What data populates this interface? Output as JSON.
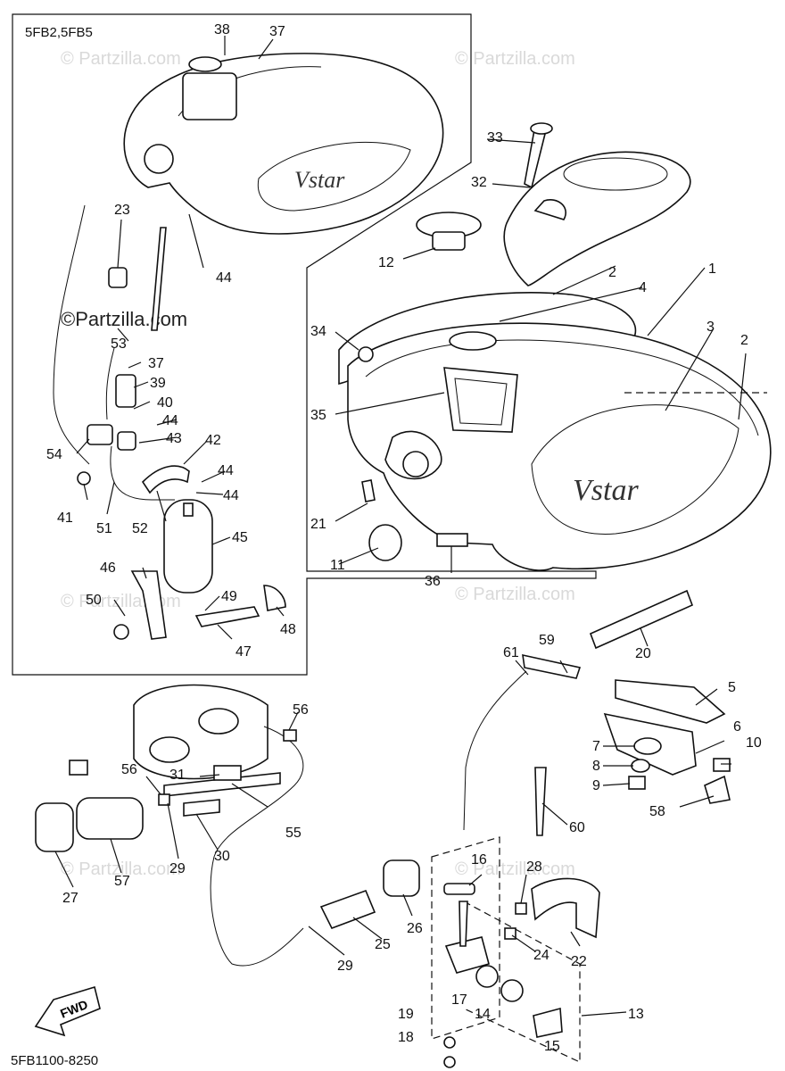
{
  "inset_label": "5FB2,5FB5",
  "diagram_code": "5FB1100-8250",
  "fwd_label": "FWD",
  "watermark": "© Partzilla.com",
  "watermark_main": "©Partzilla.com",
  "callouts": {
    "c1": "1",
    "c2a": "2",
    "c2b": "2",
    "c3": "3",
    "c4": "4",
    "c5": "5",
    "c6": "6",
    "c7": "7",
    "c8": "8",
    "c9": "9",
    "c10": "10",
    "c11": "11",
    "c12": "12",
    "c13": "13",
    "c14": "14",
    "c15": "15",
    "c16": "16",
    "c17": "17",
    "c18": "18",
    "c19": "19",
    "c20": "20",
    "c21": "21",
    "c22": "22",
    "c23": "23",
    "c24": "24",
    "c25": "25",
    "c26": "26",
    "c27": "27",
    "c28": "28",
    "c29a": "29",
    "c29b": "29",
    "c30": "30",
    "c31": "31",
    "c32": "32",
    "c33": "33",
    "c34": "34",
    "c35": "35",
    "c36": "36",
    "c37a": "37",
    "c37b": "37",
    "c38": "38",
    "c39": "39",
    "c40": "40",
    "c41": "41",
    "c42": "42",
    "c43": "43",
    "c44a": "44",
    "c44b": "44",
    "c44c": "44",
    "c44d": "44",
    "c45": "45",
    "c46": "46",
    "c47": "47",
    "c48": "48",
    "c49": "49",
    "c50": "50",
    "c51": "51",
    "c52": "52",
    "c53": "53",
    "c54": "54",
    "c55": "55",
    "c56a": "56",
    "c56b": "56",
    "c57": "57",
    "c58": "58",
    "c59": "59",
    "c60": "60",
    "c61": "61"
  }
}
